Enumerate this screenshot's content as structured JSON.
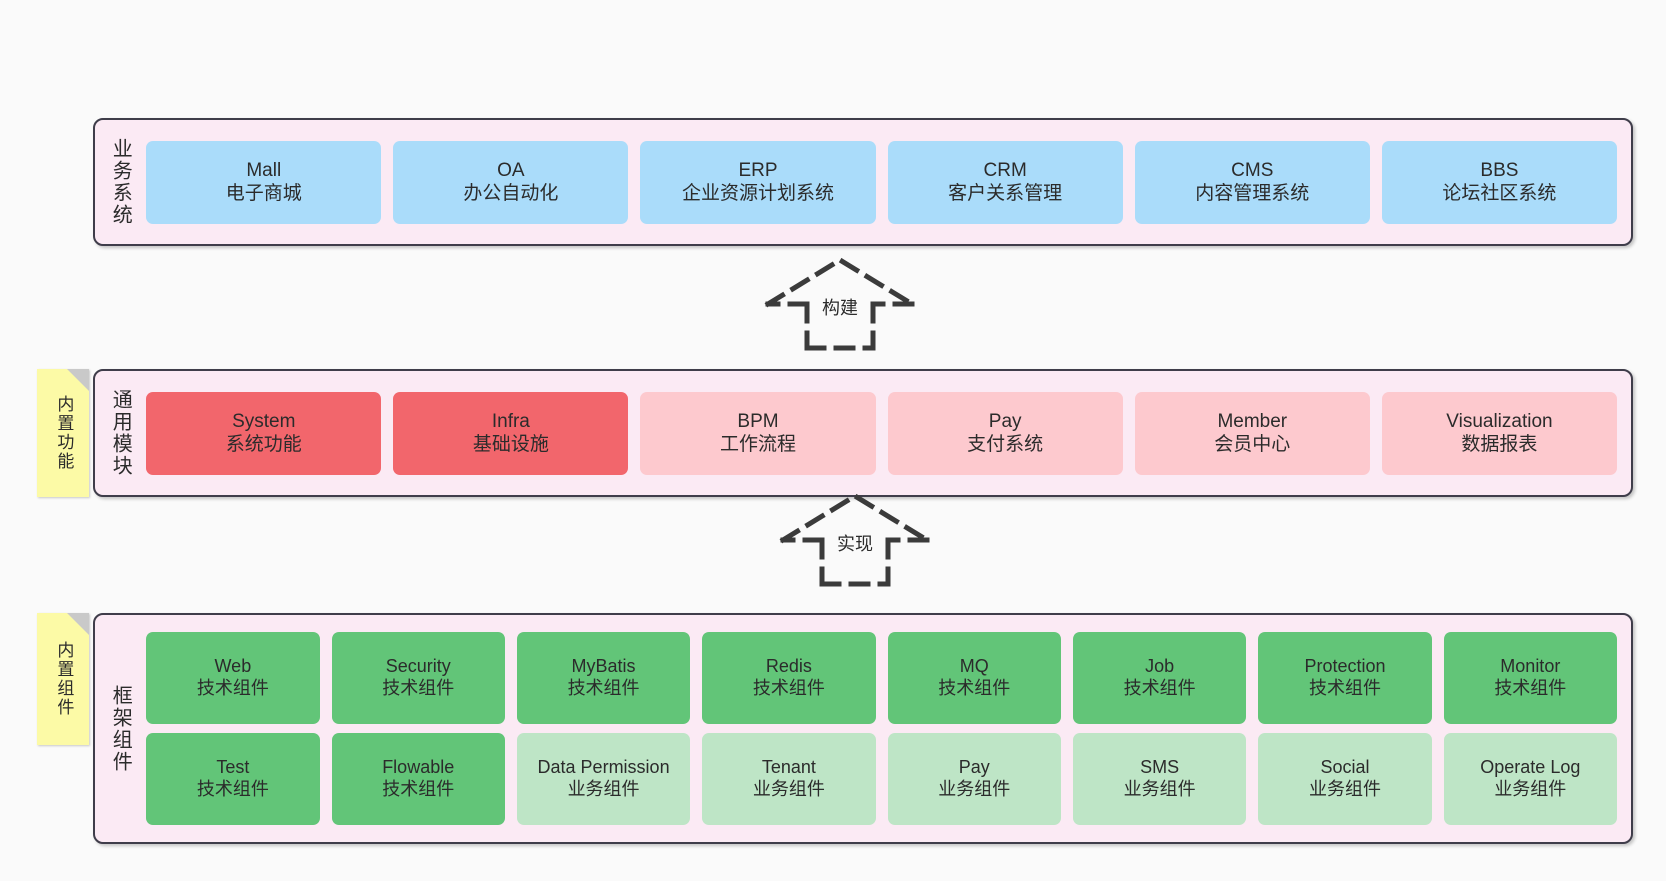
{
  "diagram": {
    "title": "",
    "background": "#fafafa",
    "colors": {
      "layer_bg": "#fbeaf4",
      "layer_border": "#3f3d4a",
      "business_node": "#aadcfa",
      "common_core_node": "#f2666c",
      "common_node": "#fdc9ce",
      "tech_component_node": "#62c578",
      "business_component_node": "#bee5c6",
      "sticky_note": "#fcfaa6",
      "sticky_fold": "#c9c9c9"
    }
  },
  "layers": [
    {
      "id": "business-system",
      "label": "业务系统",
      "nodes": [
        {
          "title": "Mall",
          "sub": "电子商城",
          "color": "c-blue"
        },
        {
          "title": "OA",
          "sub": "办公自动化",
          "color": "c-blue"
        },
        {
          "title": "ERP",
          "sub": "企业资源计划系统",
          "color": "c-blue"
        },
        {
          "title": "CRM",
          "sub": "客户关系管理",
          "color": "c-blue"
        },
        {
          "title": "CMS",
          "sub": "内容管理系统",
          "color": "c-blue"
        },
        {
          "title": "BBS",
          "sub": "论坛社区系统",
          "color": "c-blue"
        }
      ]
    },
    {
      "id": "common-module",
      "label": "通用模块",
      "nodes": [
        {
          "title": "System",
          "sub": "系统功能",
          "color": "c-red"
        },
        {
          "title": "Infra",
          "sub": "基础设施",
          "color": "c-red"
        },
        {
          "title": "BPM",
          "sub": "工作流程",
          "color": "c-pink"
        },
        {
          "title": "Pay",
          "sub": "支付系统",
          "color": "c-pink"
        },
        {
          "title": "Member",
          "sub": "会员中心",
          "color": "c-pink"
        },
        {
          "title": "Visualization",
          "sub": "数据报表",
          "color": "c-pink"
        }
      ]
    },
    {
      "id": "framework-component",
      "label": "框架组件",
      "nodes": [
        {
          "title": "Web",
          "sub": "技术组件",
          "color": "c-green"
        },
        {
          "title": "Security",
          "sub": "技术组件",
          "color": "c-green"
        },
        {
          "title": "MyBatis",
          "sub": "技术组件",
          "color": "c-green"
        },
        {
          "title": "Redis",
          "sub": "技术组件",
          "color": "c-green"
        },
        {
          "title": "MQ",
          "sub": "技术组件",
          "color": "c-green"
        },
        {
          "title": "Job",
          "sub": "技术组件",
          "color": "c-green"
        },
        {
          "title": "Protection",
          "sub": "技术组件",
          "color": "c-green"
        },
        {
          "title": "Monitor",
          "sub": "技术组件",
          "color": "c-green"
        },
        {
          "title": "Test",
          "sub": "技术组件",
          "color": "c-green"
        },
        {
          "title": "Flowable",
          "sub": "技术组件",
          "color": "c-green"
        },
        {
          "title": "Data Permission",
          "sub": "业务组件",
          "color": "c-lightgreen"
        },
        {
          "title": "Tenant",
          "sub": "业务组件",
          "color": "c-lightgreen"
        },
        {
          "title": "Pay",
          "sub": "业务组件",
          "color": "c-lightgreen"
        },
        {
          "title": "SMS",
          "sub": "业务组件",
          "color": "c-lightgreen"
        },
        {
          "title": "Social",
          "sub": "业务组件",
          "color": "c-lightgreen"
        },
        {
          "title": "Operate Log",
          "sub": "业务组件",
          "color": "c-lightgreen"
        }
      ]
    }
  ],
  "sticky_notes": [
    {
      "id": "builtin-function",
      "text": "内置功能"
    },
    {
      "id": "builtin-component",
      "text": "内置组件"
    }
  ],
  "arrows": [
    {
      "id": "build",
      "label": "构建",
      "style": "dashed-hollow-up"
    },
    {
      "id": "impl",
      "label": "实现",
      "style": "dashed-hollow-up"
    }
  ]
}
